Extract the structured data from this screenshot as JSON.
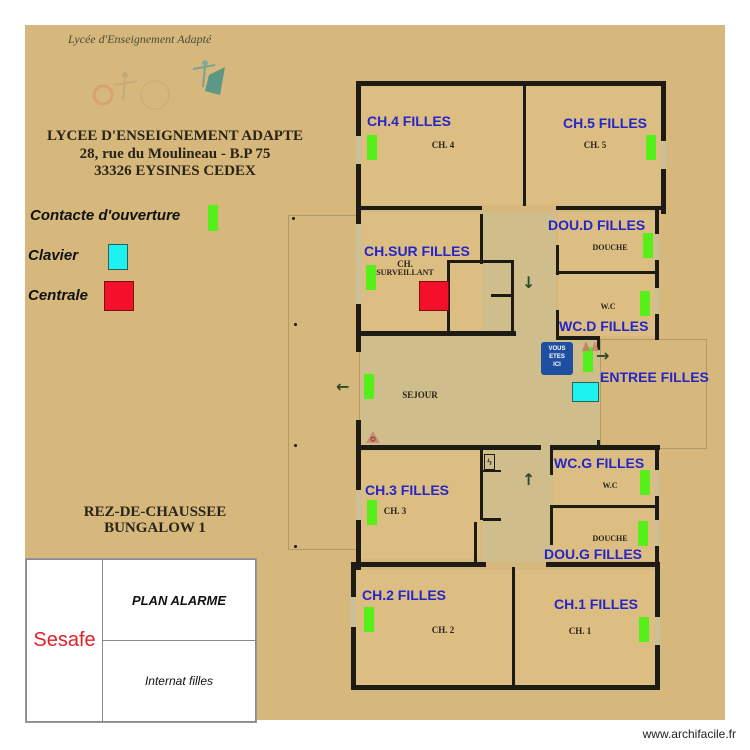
{
  "header": {
    "logo_script": "Lycée d'Enseignement Adapté",
    "school_name": "LYCEE D'ENSEIGNEMENT ADAPTE",
    "address_line1": "28, rue du Moulineau - B.P 75",
    "address_line2": "33326 EYSINES CEDEX"
  },
  "legend": {
    "items": [
      {
        "label": "Contacte d'ouverture",
        "color": "#55f01a",
        "icon": "door-contact-sensor"
      },
      {
        "label": "Clavier",
        "color": "#1ef2f0",
        "icon": "keypad"
      },
      {
        "label": "Centrale",
        "color": "#f5102a",
        "icon": "alarm-central-unit"
      }
    ]
  },
  "floor": {
    "level": "REZ-DE-CHAUSSEE",
    "building": "BUNGALOW 1"
  },
  "title_block": {
    "company": "Sesafe",
    "plan_title": "PLAN ALARME",
    "subtitle": "Internat filles"
  },
  "rooms": {
    "ch4": {
      "printed": "CH. 4",
      "alarm_label": "CH.4 FILLES"
    },
    "ch5": {
      "printed": "CH. 5",
      "alarm_label": "CH.5 FILLES"
    },
    "surveillant": {
      "printed_line1": "CH.",
      "printed_line2": "SURVEILLANT",
      "alarm_label": "CH.SUR FILLES"
    },
    "douche_d": {
      "printed": "DOUCHE",
      "alarm_label": "DOU.D FILLES"
    },
    "wc_d": {
      "printed": "W.C",
      "alarm_label": "WC.D FILLES"
    },
    "sejour": {
      "printed": "SEJOUR"
    },
    "entree": {
      "alarm_label": "ENTREE FILLES"
    },
    "ch3": {
      "printed": "CH. 3",
      "alarm_label": "CH.3 FILLES"
    },
    "wc_g": {
      "printed": "W.C",
      "alarm_label": "WC.G FILLES"
    },
    "douche_g": {
      "printed": "DOUCHE",
      "alarm_label": "DOU.G FILLES"
    },
    "ch2": {
      "printed": "CH. 2",
      "alarm_label": "CH.2 FILLES"
    },
    "ch1": {
      "printed": "CH. 1",
      "alarm_label": "CH.1 FILLES"
    }
  },
  "markers": {
    "you_are_here_line1": "VOUS",
    "you_are_here_line2": "ETES",
    "you_are_here_line3": "ICI"
  },
  "footer": {
    "credit": "www.archifacile.fr"
  }
}
